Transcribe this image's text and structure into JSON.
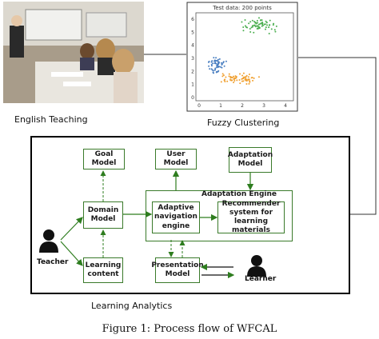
{
  "figure": {
    "caption": "Figure 1: Process flow of WFCAL",
    "left_label": "English Teaching",
    "right_label": "Fuzzy Clustering",
    "bottom_label": "Learning Analytics"
  },
  "plot": {
    "title": "Test data: 200 points",
    "x_ticks": [
      "0",
      "1",
      "2",
      "3",
      "4"
    ],
    "y_ticks": [
      "0",
      "1",
      "2",
      "3",
      "4",
      "5",
      "6"
    ],
    "colors": {
      "cluster_green": "#4caf50",
      "cluster_blue": "#4a7fc1",
      "cluster_orange": "#f0a030"
    }
  },
  "diagram": {
    "goal_model": "Goal Model",
    "user_model": "User Model",
    "adaptation_model": "Adaptation Model",
    "domain_model": "Domain Model",
    "adaptation_engine": "Adaptation Engine",
    "adaptive_navigation": "Adaptive navigation engine",
    "recommender": "Recommender system for learning materials",
    "learning_content": "Learning content",
    "presentation_model": "Presentation Model",
    "teacher": "Teacher",
    "learner": "Learner",
    "colors": {
      "arrow": "#2e7d1f",
      "border": "#000000",
      "box_border": "#3a7a2a"
    }
  }
}
